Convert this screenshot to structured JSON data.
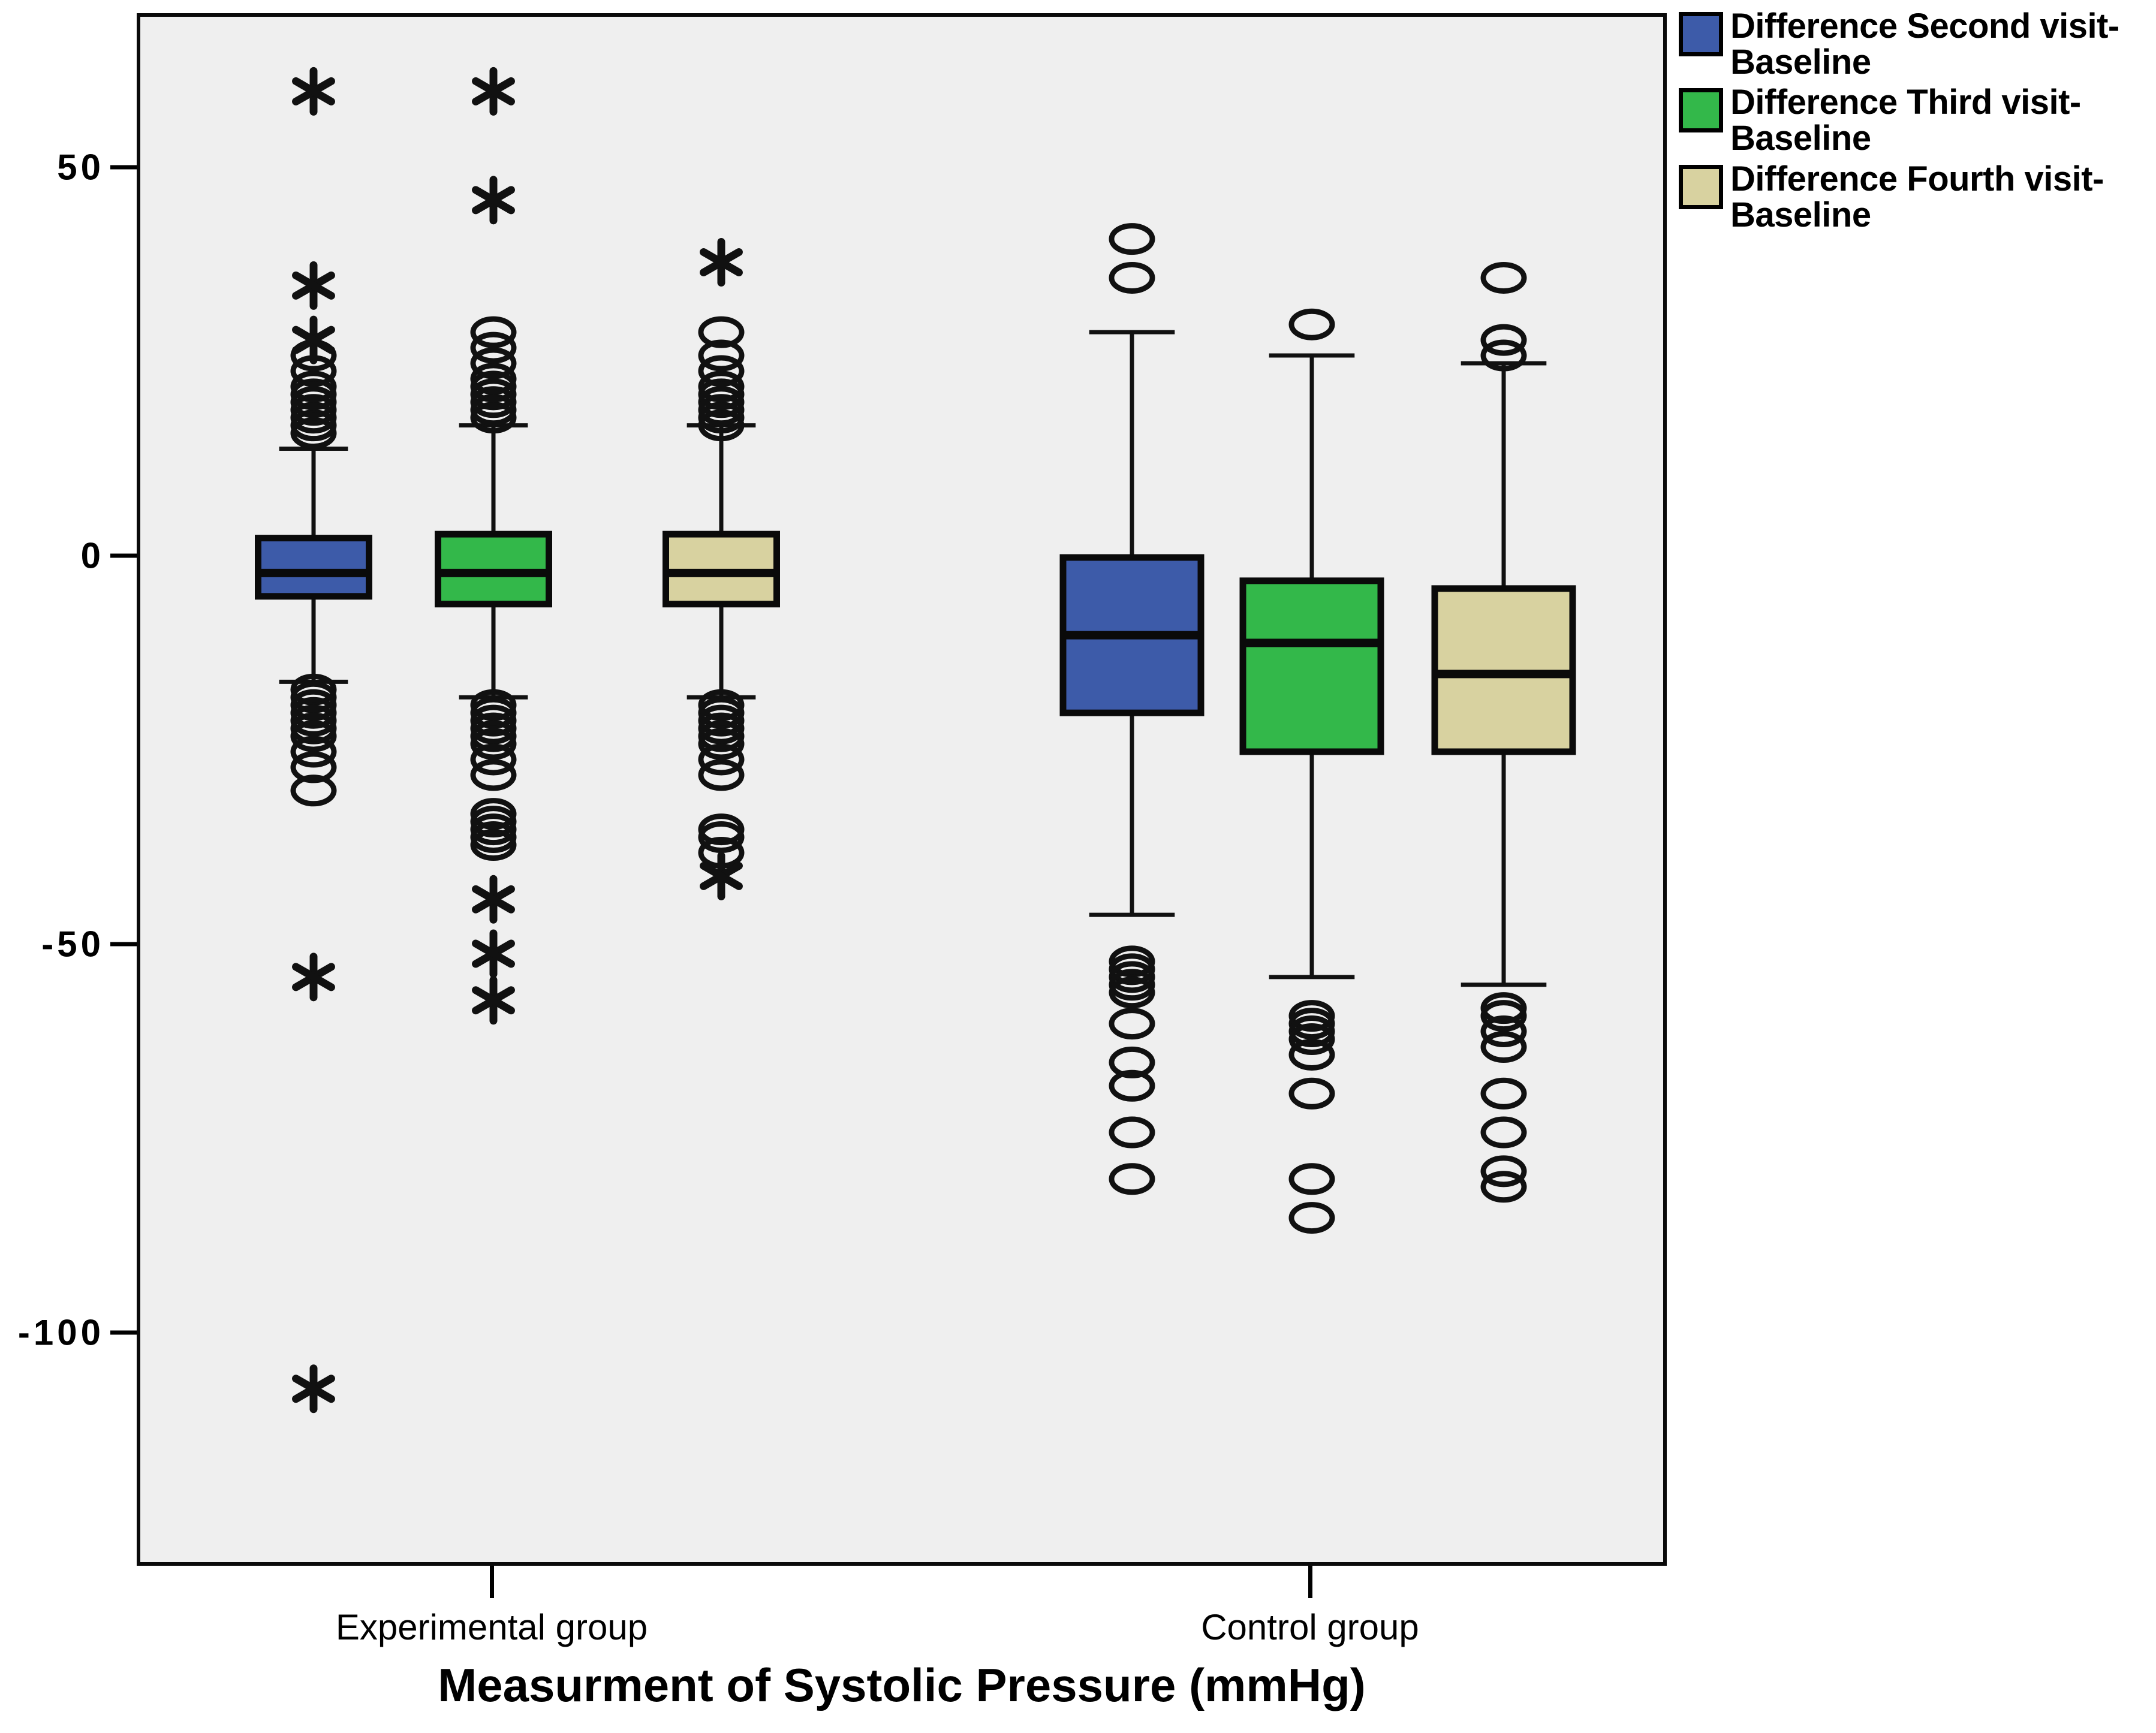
{
  "legend": {
    "position": "right",
    "items": [
      {
        "label": "Difference Second visit-Baseline",
        "color": "#3d5ba9",
        "name": "second-visit"
      },
      {
        "label": "Difference Third visit-Baseline",
        "color": "#33b84a",
        "name": "third-visit"
      },
      {
        "label": "Difference Fourth visit-Baseline",
        "color": "#d8d2a0",
        "name": "fourth-visit"
      }
    ]
  },
  "axes": {
    "x_title": "Measurment of Systolic Pressure (mmHg)",
    "x_categories": [
      "Experimental group",
      "Control group"
    ],
    "y_ticks": [
      "50",
      "0",
      "-50",
      "-100"
    ],
    "y_tick_values": [
      50,
      0,
      -50,
      -100
    ],
    "y_min": -140,
    "y_max": 72,
    "grid": false
  },
  "chart_data": {
    "type": "box",
    "title": "",
    "subtitle": "",
    "xlabel": "Measurment of Systolic Pressure (mmHg)",
    "ylabel": "",
    "ylim": [
      -140,
      72
    ],
    "yticks": [
      50,
      0,
      -50,
      -100
    ],
    "grid": false,
    "legend_position": "right",
    "categories": [
      "Experimental group",
      "Control group"
    ],
    "series": [
      {
        "name": "Difference Second visit-Baseline",
        "color": "#3d5ba9"
      },
      {
        "name": "Difference Third visit-Baseline",
        "color": "#33b84a"
      },
      {
        "name": "Difference Fourth visit-Baseline",
        "color": "#d8d2a0"
      }
    ],
    "boxes": [
      {
        "group": "Experimental group",
        "series": "Difference Second visit-Baseline",
        "color": "#3d5ba9",
        "whisker_high": 14,
        "q3": 2.5,
        "median": -2,
        "q1": -5,
        "whisker_low": -16,
        "outliers_circle": [
          16,
          17,
          18,
          19,
          20,
          21,
          22,
          24,
          26,
          -17,
          -18,
          -19,
          -20,
          -21,
          -22,
          -23,
          -25,
          -27,
          -30
        ],
        "outliers_star": [
          60,
          35,
          28,
          -54,
          -107
        ]
      },
      {
        "group": "Experimental group",
        "series": "Difference Third visit-Baseline",
        "color": "#33b84a",
        "whisker_high": 17,
        "q3": 3,
        "median": -2,
        "q1": -6,
        "whisker_low": -18,
        "outliers_circle": [
          18,
          19,
          20,
          21,
          22,
          23,
          25,
          27,
          29,
          -19,
          -20,
          -21,
          -22,
          -23,
          -24,
          -26,
          -28,
          -33,
          -34,
          -35,
          -36,
          -37
        ],
        "outliers_star": [
          60,
          46,
          -44,
          -51,
          -57
        ]
      },
      {
        "group": "Experimental group",
        "series": "Difference Fourth visit-Baseline",
        "color": "#d8d2a0",
        "whisker_high": 17,
        "q3": 3,
        "median": -2,
        "q1": -6,
        "whisker_low": -18,
        "outliers_circle": [
          17,
          18,
          19,
          20,
          21,
          22,
          24,
          26,
          29,
          -19,
          -20,
          -21,
          -22,
          -23,
          -24,
          -26,
          -28,
          -35,
          -36,
          -38
        ],
        "outliers_star": [
          38,
          -41
        ]
      },
      {
        "group": "Control group",
        "series": "Difference Second visit-Baseline",
        "color": "#3d5ba9",
        "whisker_high": 29,
        "q3": 0,
        "median": -10,
        "q1": -20,
        "whisker_low": -46,
        "outliers_circle": [
          41,
          36,
          -52,
          -53,
          -54,
          -55,
          -56,
          -60,
          -65,
          -68,
          -74,
          -80
        ],
        "outliers_star": []
      },
      {
        "group": "Control group",
        "series": "Difference Third visit-Baseline",
        "color": "#33b84a",
        "whisker_high": 26,
        "q3": -3,
        "median": -11,
        "q1": -25,
        "whisker_low": -54,
        "outliers_circle": [
          30,
          -59,
          -60,
          -61,
          -62,
          -64,
          -69,
          -80,
          -85
        ],
        "outliers_star": []
      },
      {
        "group": "Control group",
        "series": "Difference Fourth visit-Baseline",
        "color": "#d8d2a0",
        "whisker_high": 25,
        "q3": -4,
        "median": -15,
        "q1": -25,
        "whisker_low": -55,
        "outliers_circle": [
          36,
          28,
          26,
          -58,
          -59,
          -61,
          -63,
          -69,
          -74,
          -79,
          -81
        ],
        "outliers_star": []
      }
    ]
  }
}
